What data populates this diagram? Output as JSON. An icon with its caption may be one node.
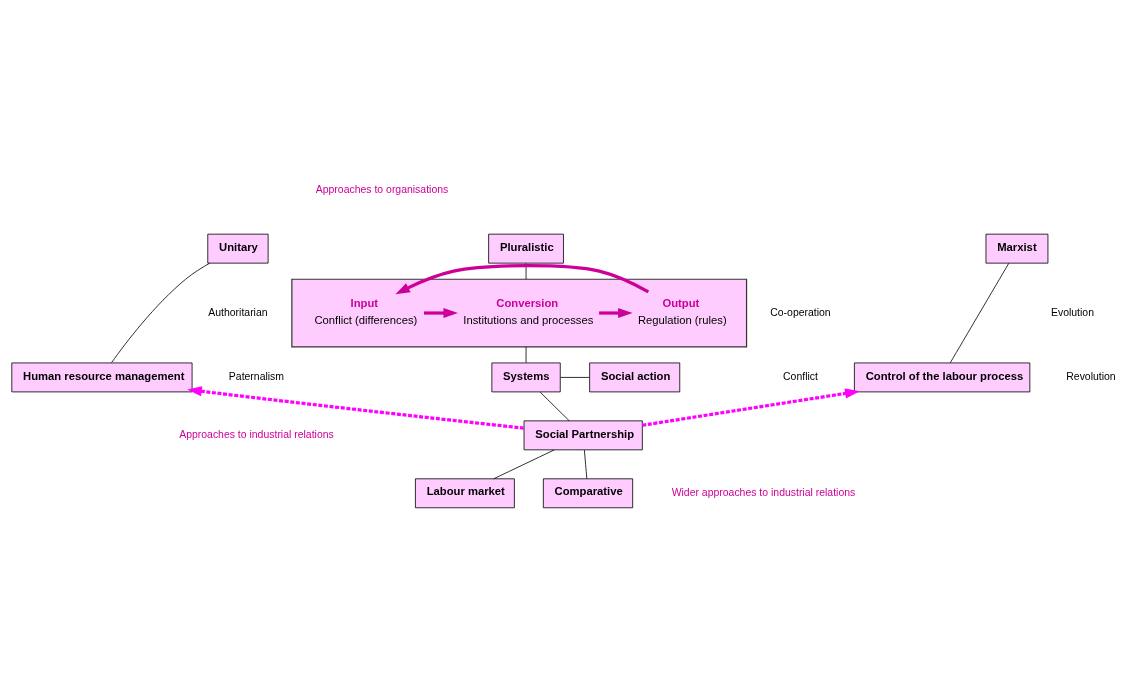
{
  "diagram": {
    "nodes": [
      {
        "text": [
          "Unitary"
        ]
      },
      {
        "text": [
          "Pluralistic"
        ]
      },
      {
        "text": [
          "Marxist"
        ]
      },
      {
        "text": [],
        "shape": "box"
      },
      {
        "text": [
          "Input",
          "Conflict (differences)"
        ],
        "in": 3
      },
      {
        "text": [
          "Conversion",
          "Institutions and processes"
        ],
        "in": 3
      },
      {
        "text": [
          "Output",
          "Regulation (rules)"
        ],
        "in": 3
      },
      {
        "text": [
          "Human resource management"
        ]
      },
      {
        "text": [
          "Systems"
        ]
      },
      {
        "text": [
          "Social action"
        ]
      },
      {
        "text": [
          "Control of the labour process"
        ]
      },
      {
        "text": [
          "Social Partnership"
        ]
      },
      {
        "text": [
          "Labour market"
        ]
      },
      {
        "text": [
          "Comparative"
        ]
      }
    ],
    "edges": [
      {
        "from": 0,
        "to": 7,
        "arrow": "none"
      },
      {
        "from": 1,
        "to": 3,
        "arrow": "none"
      },
      {
        "from": 2,
        "to": 10,
        "arrow": "none"
      },
      {
        "from": 4,
        "to": 5,
        "arrow": "to",
        "style": "thick",
        "color": "#cc0099"
      },
      {
        "from": 5,
        "to": 6,
        "arrow": "to",
        "style": "thick",
        "color": "#cc0099"
      },
      {
        "from": 6,
        "to": 4,
        "arrow": "to",
        "style": "thick",
        "color": "#cc0099"
      },
      {
        "from": 3,
        "to": 8,
        "arrow": "none"
      },
      {
        "from": 8,
        "to": 9,
        "arrow": "none"
      },
      {
        "from": 8,
        "to": 11,
        "arrow": "none"
      },
      {
        "from": 11,
        "to": 7,
        "arrow": "to",
        "style": "dashed",
        "color": "#ff00ff"
      },
      {
        "from": 11,
        "to": 10,
        "arrow": "to",
        "style": "dashed",
        "color": "#ff00ff"
      },
      {
        "from": 11,
        "to": 12,
        "arrow": "none"
      },
      {
        "from": 11,
        "to": 13,
        "arrow": "none"
      }
    ],
    "labels": [
      "Approaches to organisations",
      "Authoritarian",
      "Paternalism",
      "Co-operation",
      "Conflict",
      "Evolution",
      "Revolution",
      "Approaches to industrial relations",
      "Wider approaches to industrial relations"
    ]
  }
}
